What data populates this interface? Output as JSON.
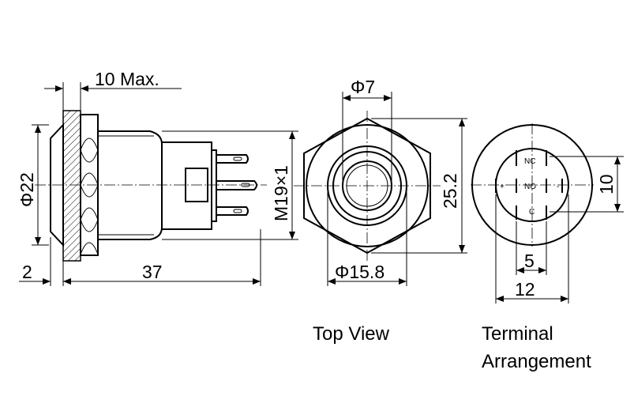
{
  "dimensions": {
    "max_length": "10 Max.",
    "head_diameter": "Φ22",
    "bezel": "2",
    "body_length": "37",
    "thread": "M19×1",
    "button_diameter": "Φ7",
    "across_flats": "25.2",
    "ring_diameter": "Φ15.8",
    "terminal_height": "10",
    "terminal_pitch": "5",
    "terminal_width": "12"
  },
  "terminals": {
    "nc": "NC",
    "no": "NO",
    "c": "C",
    "plus": "+",
    "minus": "-"
  },
  "captions": {
    "top_view": "Top View",
    "terminal_line1": "Terminal",
    "terminal_line2": "Arrangement"
  }
}
